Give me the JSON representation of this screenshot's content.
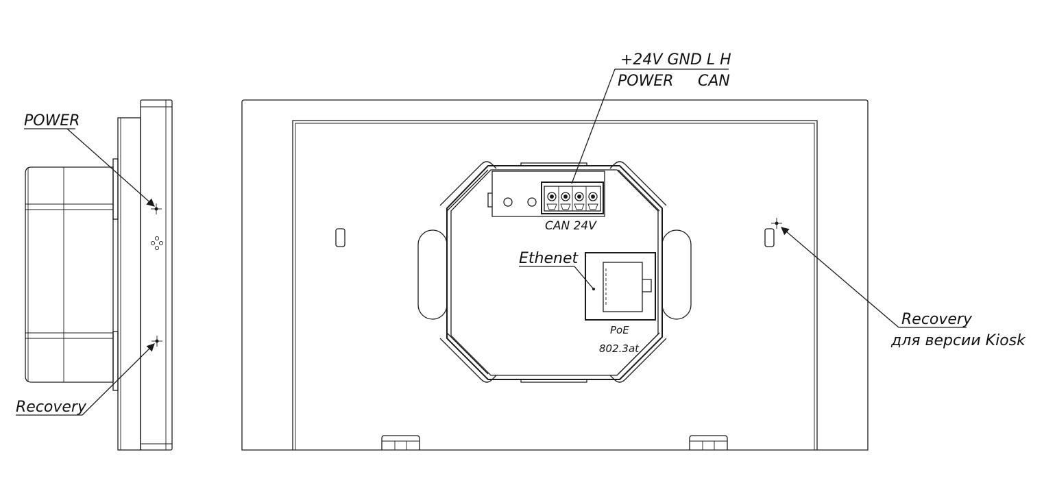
{
  "side_view": {
    "power_label": "POWER",
    "recovery_label": "Recovery"
  },
  "back_view": {
    "connector_pins_label": "+24V GND   L  H",
    "connector_group_power": "POWER",
    "connector_group_can": "CAN",
    "connector_caption": "CAN 24V",
    "ethernet_label": "Ethenet",
    "poe_label": "PoE",
    "poe_standard": "802.3at",
    "recovery_label": "Recovery",
    "recovery_note": "для версии Kiosk"
  }
}
